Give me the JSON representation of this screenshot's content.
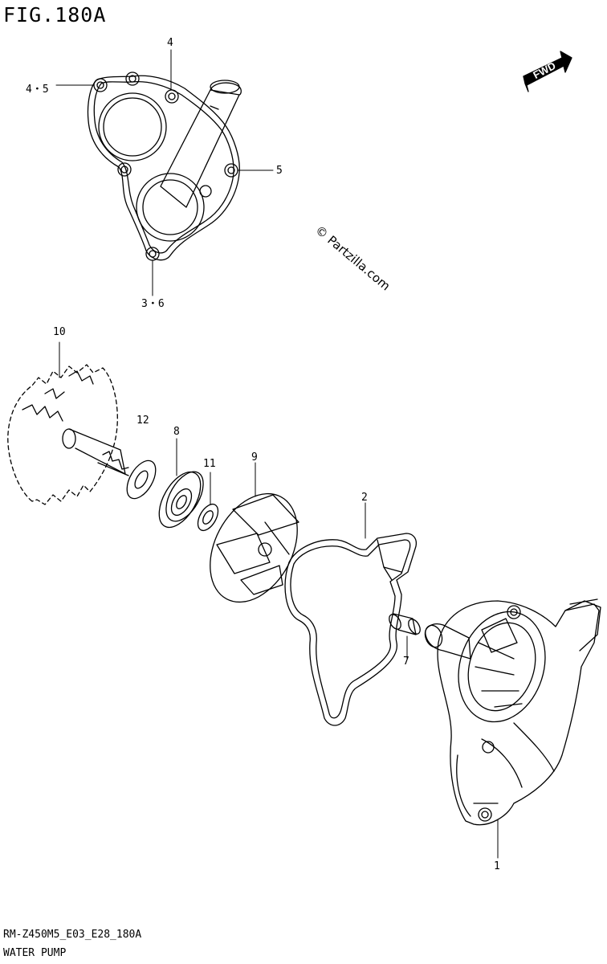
{
  "figure": {
    "title": "FIG.180A",
    "code": "RM-Z450M5_E03_E28_180A",
    "name": "WATER PUMP"
  },
  "watermark": "© Partzilla.com",
  "fwd": "FWD",
  "callouts": {
    "c46": "4・5",
    "c4": "4",
    "c5": "5",
    "c36": "3・6",
    "c10": "10",
    "c12": "12",
    "c8": "8",
    "c11": "11",
    "c9": "9",
    "c2": "2",
    "c7": "7",
    "c1": "1"
  }
}
